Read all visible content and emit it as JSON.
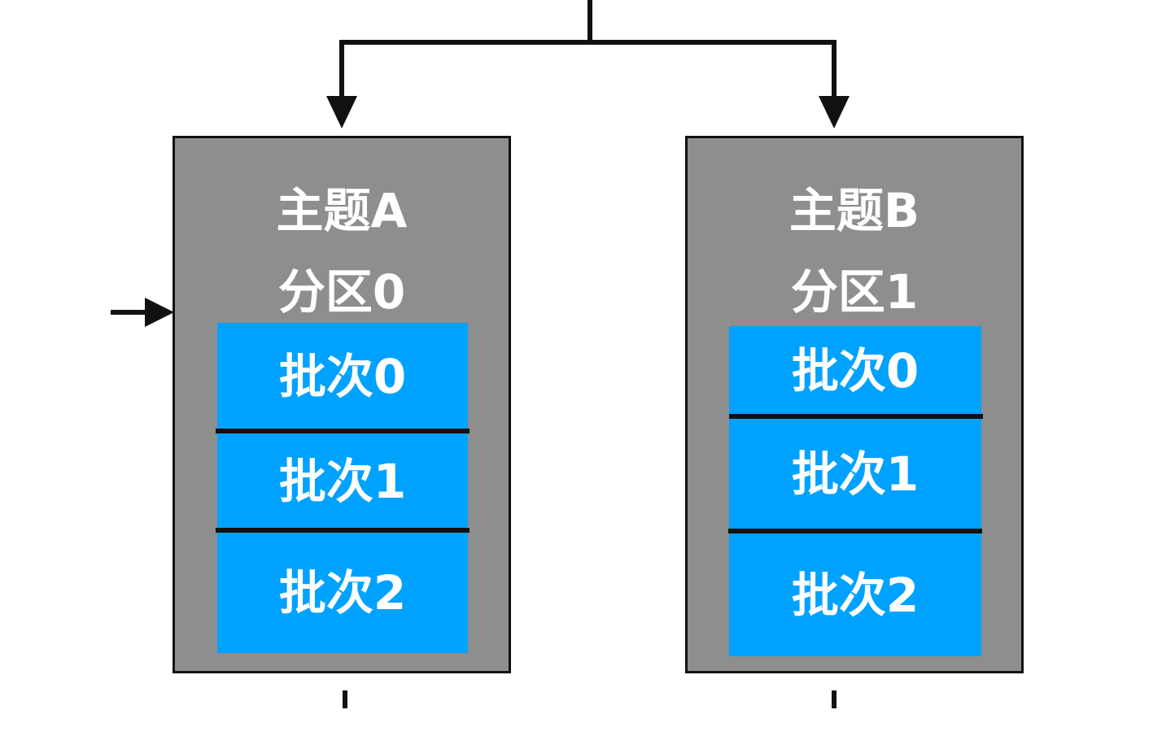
{
  "containers": [
    {
      "title": "主题A",
      "subtitle": "分区0",
      "batches": [
        "批次0",
        "批次1",
        "批次2"
      ]
    },
    {
      "title": "主题B",
      "subtitle": "分区1",
      "batches": [
        "批次0",
        "批次1",
        "批次2"
      ]
    }
  ],
  "colors": {
    "container_fill": "#8e8e8e",
    "batch_fill": "#00a2ff",
    "line": "#111111",
    "text": "#ffffff"
  }
}
